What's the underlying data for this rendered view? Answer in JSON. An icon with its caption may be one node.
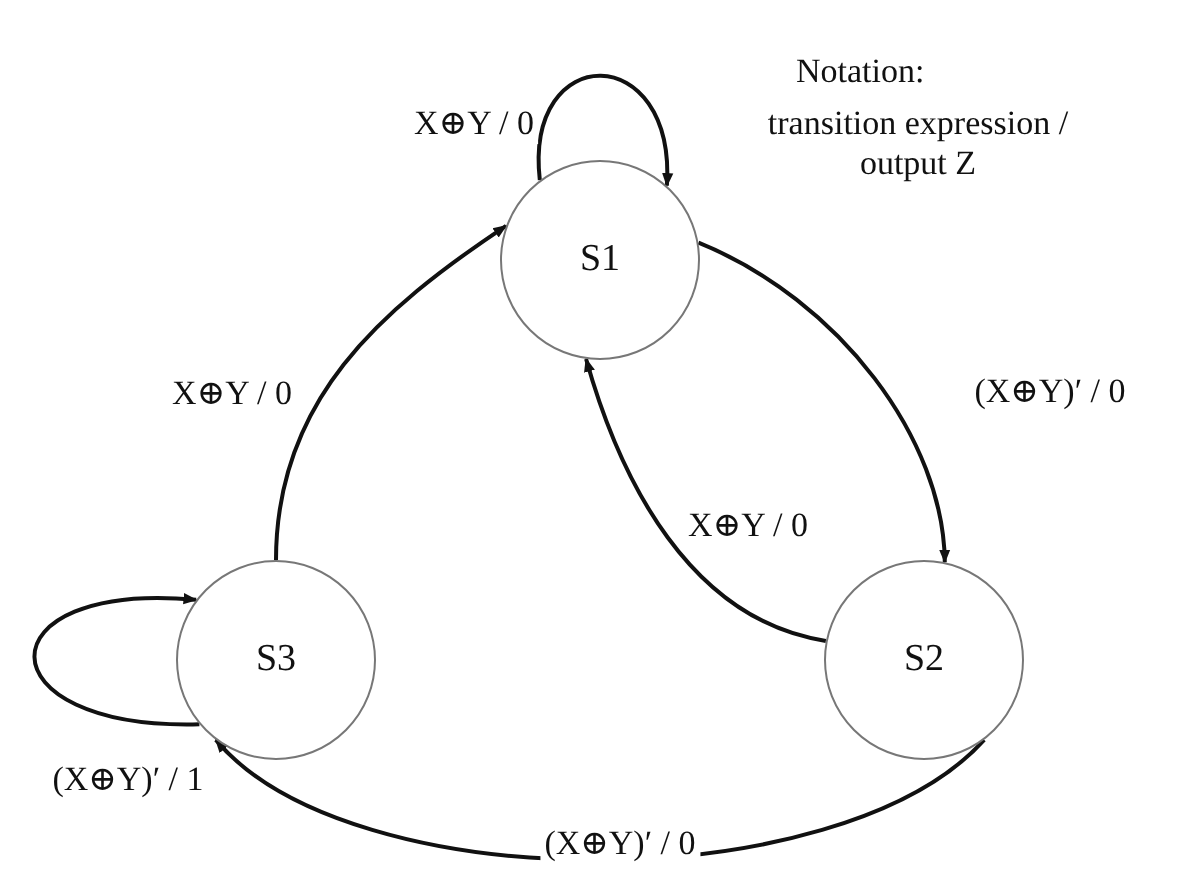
{
  "diagram": {
    "nodes": [
      {
        "text": [
          "S1"
        ]
      },
      {
        "text": [
          "S2"
        ]
      },
      {
        "text": [
          "S3"
        ]
      }
    ],
    "edges": [
      {
        "from": 0,
        "to": 0,
        "arrow": "to",
        "label": "X⊕Y / 0"
      },
      {
        "from": 0,
        "to": 1,
        "arrow": "to",
        "label": "(X⊕Y)′ / 0"
      },
      {
        "from": 1,
        "to": 0,
        "arrow": "to",
        "label": "X⊕Y / 0"
      },
      {
        "from": 1,
        "to": 2,
        "arrow": "to",
        "label": "(X⊕Y)′ / 0"
      },
      {
        "from": 2,
        "to": 0,
        "arrow": "to",
        "label": "X⊕Y / 0"
      },
      {
        "from": 2,
        "to": 2,
        "arrow": "to",
        "label": "(X⊕Y)′ / 1"
      }
    ],
    "labels": [
      "Notation:",
      "transition expression / output Z"
    ]
  }
}
